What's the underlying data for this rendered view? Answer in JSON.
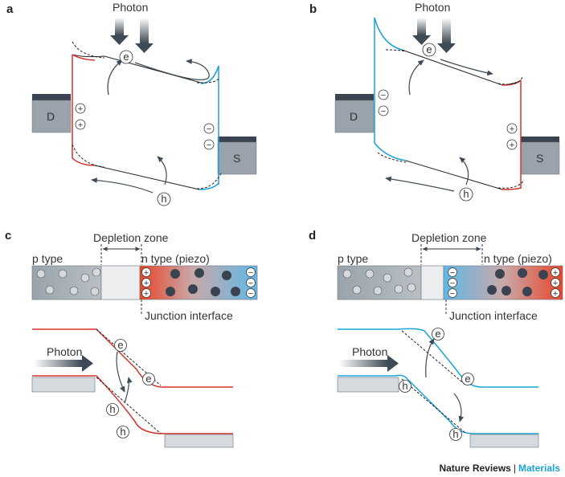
{
  "panels": {
    "a": {
      "label": "a",
      "photon": "Photon",
      "electron": "e",
      "hole": "h",
      "left_electrode": "D",
      "right_electrode": "S",
      "plus": "+",
      "minus": "−"
    },
    "b": {
      "label": "b",
      "photon": "Photon",
      "electron": "e",
      "hole": "h",
      "left_electrode": "D",
      "right_electrode": "S",
      "plus": "+",
      "minus": "−"
    },
    "c": {
      "label": "c",
      "depletion": "Depletion zone",
      "p_type": "p type",
      "n_type": "n type (piezo)",
      "junction": "Junction interface",
      "photon": "Photon",
      "electron": "e",
      "hole": "h",
      "plus": "+",
      "minus": "−"
    },
    "d": {
      "label": "d",
      "depletion": "Depletion zone",
      "p_type": "p type",
      "n_type": "n type (piezo)",
      "junction": "Junction interface",
      "photon": "Photon",
      "electron": "e",
      "hole": "h",
      "plus": "+",
      "minus": "−"
    }
  },
  "credit": {
    "journal": "Nature Reviews",
    "separator": "|",
    "section": "Materials"
  },
  "colors": {
    "red": "#d6332a",
    "blue": "#1aa3d6",
    "grey_block": "#9aa3ab",
    "dark_cap": "#3a4450",
    "arrow": "#3e4a55"
  }
}
